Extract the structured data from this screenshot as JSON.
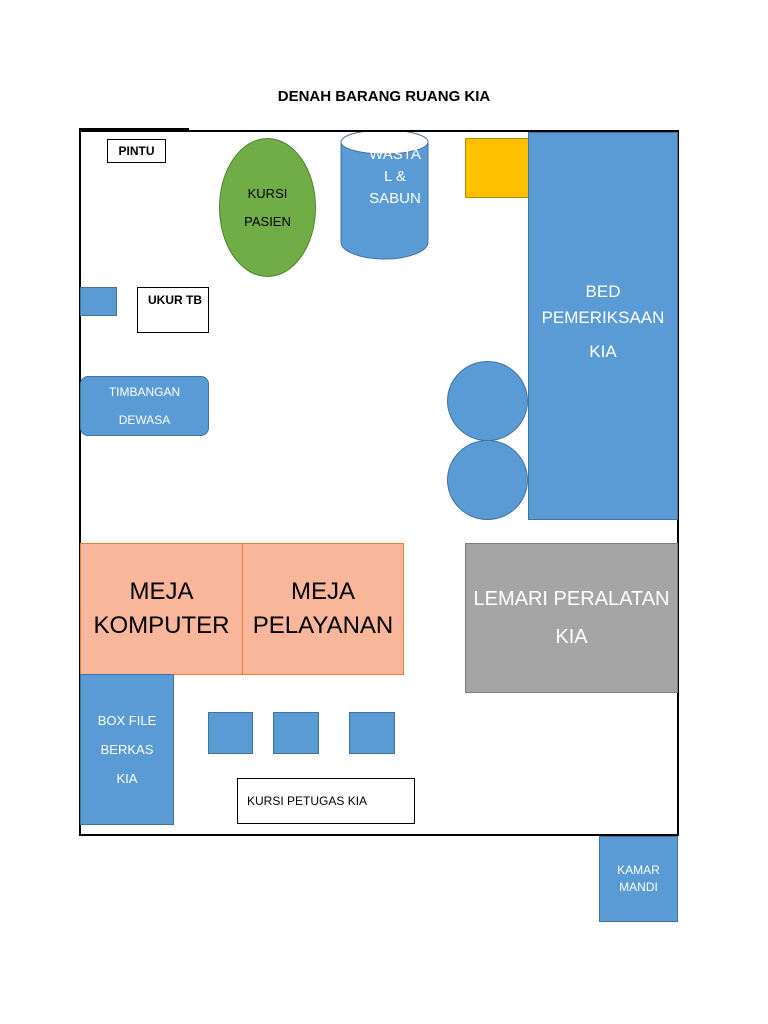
{
  "title": "DENAH BARANG RUANG KIA",
  "items": {
    "pintu": "PINTU",
    "kursi_pasien": [
      "KURSI",
      "PASIEN"
    ],
    "wastafel": [
      "WASTA",
      "L &",
      "SABUN"
    ],
    "ukur_tb": "UKUR TB",
    "timbangan": [
      "TIMBANGAN",
      "DEWASA"
    ],
    "bed": [
      "BED",
      "PEMERIKSAAN",
      "KIA"
    ],
    "meja_komputer": [
      "MEJA",
      "KOMPUTER"
    ],
    "meja_pelayanan": [
      "MEJA",
      "PELAYANAN"
    ],
    "lemari": [
      "LEMARI PERALATAN",
      "KIA"
    ],
    "box_file": [
      "BOX FILE",
      "BERKAS",
      "KIA"
    ],
    "kursi_petugas": "KURSI PETUGAS KIA",
    "kamar_mandi": [
      "KAMAR",
      "MANDI"
    ]
  },
  "colors": {
    "blue": "#5b9bd5",
    "green": "#70ad47",
    "orange_yellow": "#ffc000",
    "salmon": "#f8b69a",
    "gray": "#a5a5a5"
  }
}
